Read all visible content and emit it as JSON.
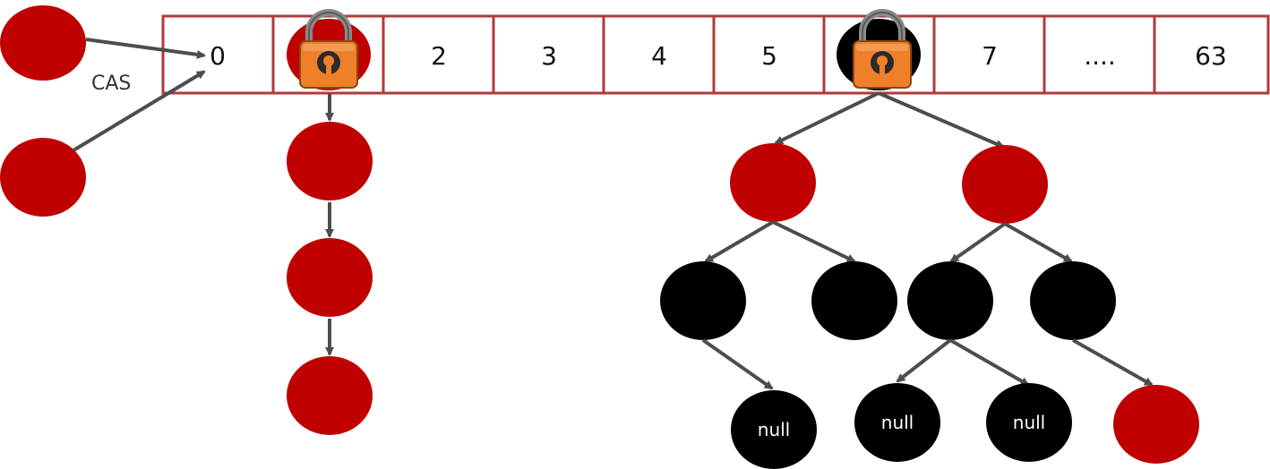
{
  "colors": {
    "cell_border": "#b03a3a",
    "red_node": "#c00000",
    "black_node": "#000000",
    "edge": "#4d4d4d",
    "lock_body": "#f07f2a",
    "lock_shackle": "#8a8a8a"
  },
  "array": {
    "cells": [
      "0",
      "",
      "2",
      "3",
      "4",
      "5",
      "",
      "7",
      "....",
      "63"
    ]
  },
  "labels": {
    "cas": "CAS",
    "null_1": "null",
    "null_2": "null",
    "null_3": "null"
  },
  "icons": {
    "lock": "padlock-icon"
  }
}
